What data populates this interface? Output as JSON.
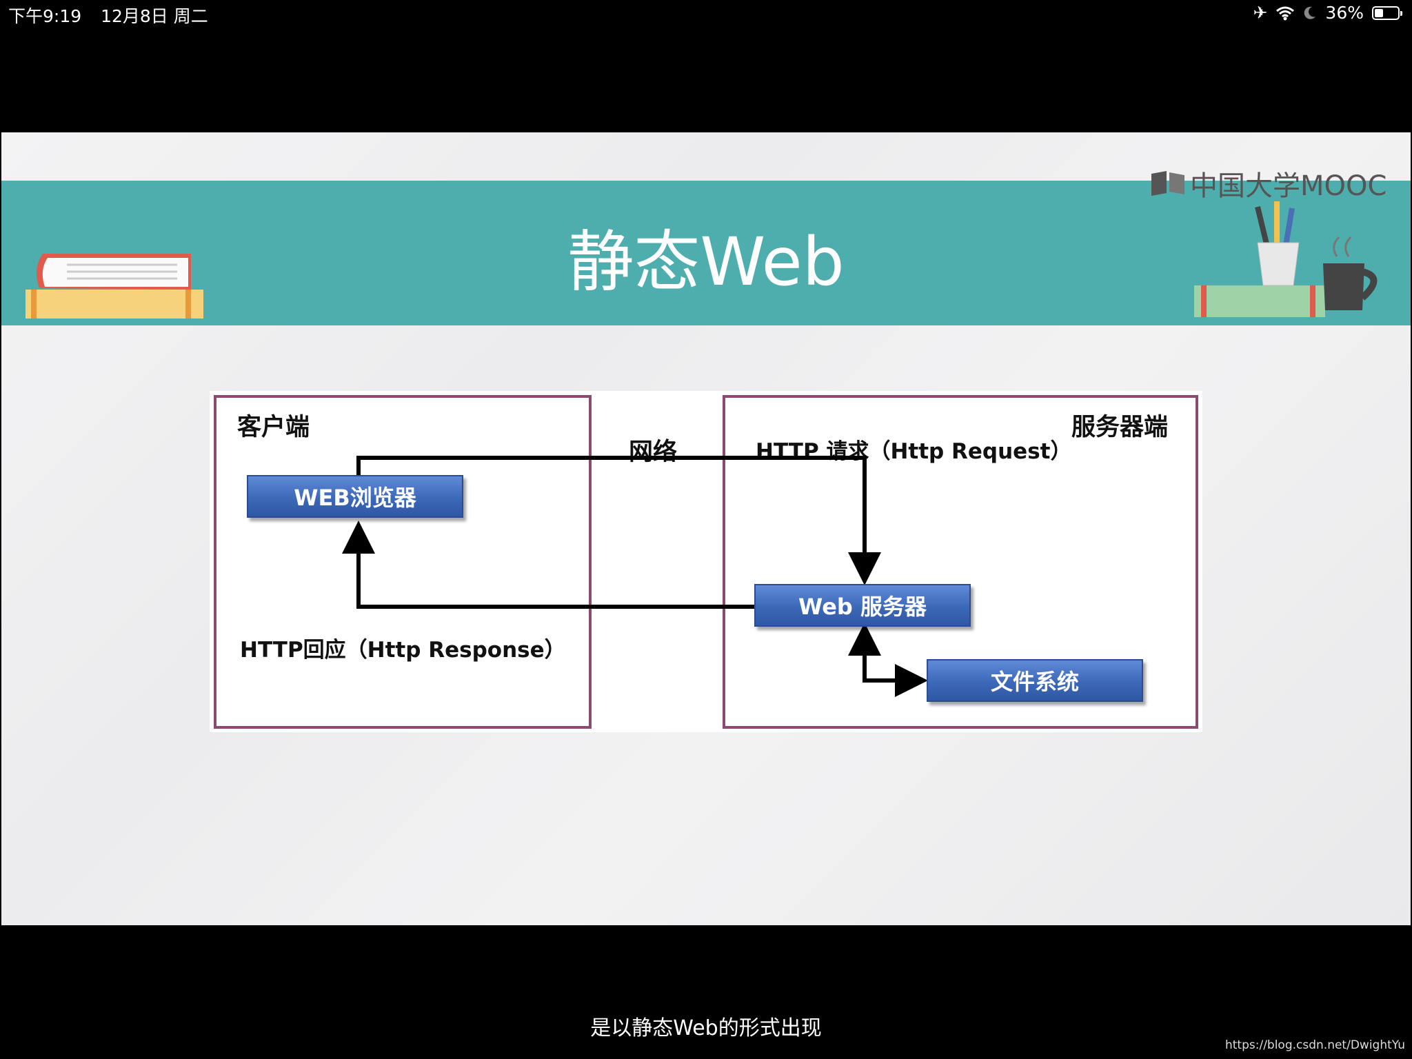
{
  "status_bar": {
    "time": "下午9:19",
    "date": "12月8日 周二",
    "battery": "36%",
    "battery_level": 0.36
  },
  "slide": {
    "title": "静态Web",
    "logo": "中国大学MOOC",
    "client_label": "客户端",
    "network_label": "网络",
    "server_label": "服务器端",
    "request_label": "HTTP 请求（Http Request）",
    "response_label": "HTTP回应（Http Response）",
    "browser_node": "WEB浏览器",
    "web_server_node": "Web 服务器",
    "file_system_node": "文件系统"
  },
  "subtitle": "是以静态Web的形式出现",
  "watermark": "https://blog.csdn.net/DwightYu",
  "colors": {
    "banner": "#4daead",
    "box_border": "#8a4a72",
    "node_blue": "#3c68b8"
  }
}
